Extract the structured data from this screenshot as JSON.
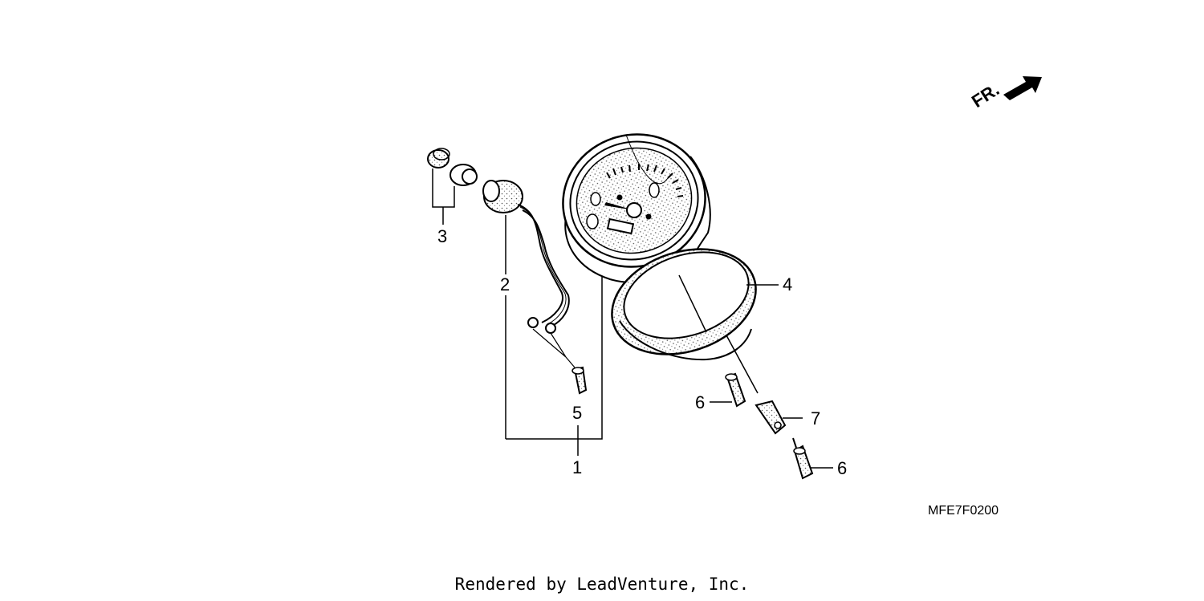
{
  "direction_marker": {
    "label": "FR.",
    "icon": "front-direction-arrow-icon"
  },
  "callouts": {
    "c1": "1",
    "c2": "2",
    "c3": "3",
    "c4": "4",
    "c5": "5",
    "c6a": "6",
    "c6b": "6",
    "c7": "7"
  },
  "diagram_code": "MFE7F0200",
  "credit": "Rendered by LeadVenture, Inc."
}
